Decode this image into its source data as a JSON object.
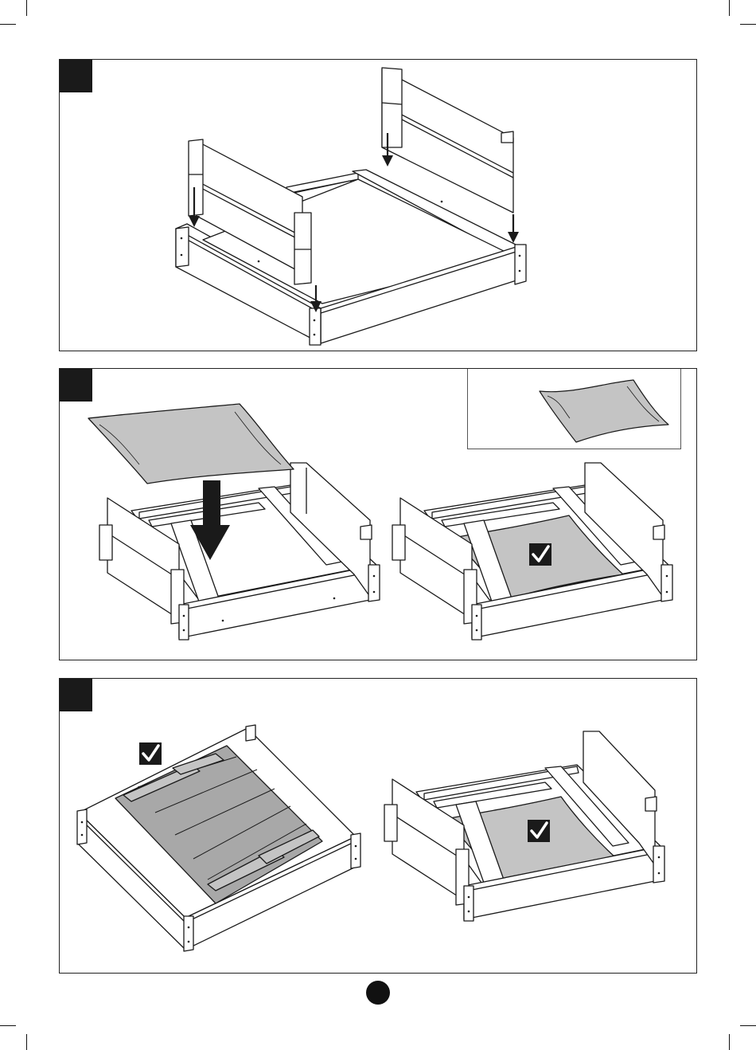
{
  "page": {
    "number": "",
    "colors": {
      "ink": "#1a1a1a",
      "fabric": "#c4c4c4",
      "fabric_dark": "#a8a8a8",
      "wood": "#ffffff",
      "check_bg": "#1a1a1a"
    }
  },
  "steps": [
    {
      "number": "",
      "illustration": "attach-bench-lids-to-frame"
    },
    {
      "number": "",
      "illustration": "lay-ground-cloth-into-frame",
      "inset": "folded-ground-cloth"
    },
    {
      "number": "",
      "illustration": "closed-lid-and-open-frame-check"
    }
  ],
  "icons": {
    "check": "check-mark-icon",
    "arrow": "down-arrow-icon"
  }
}
